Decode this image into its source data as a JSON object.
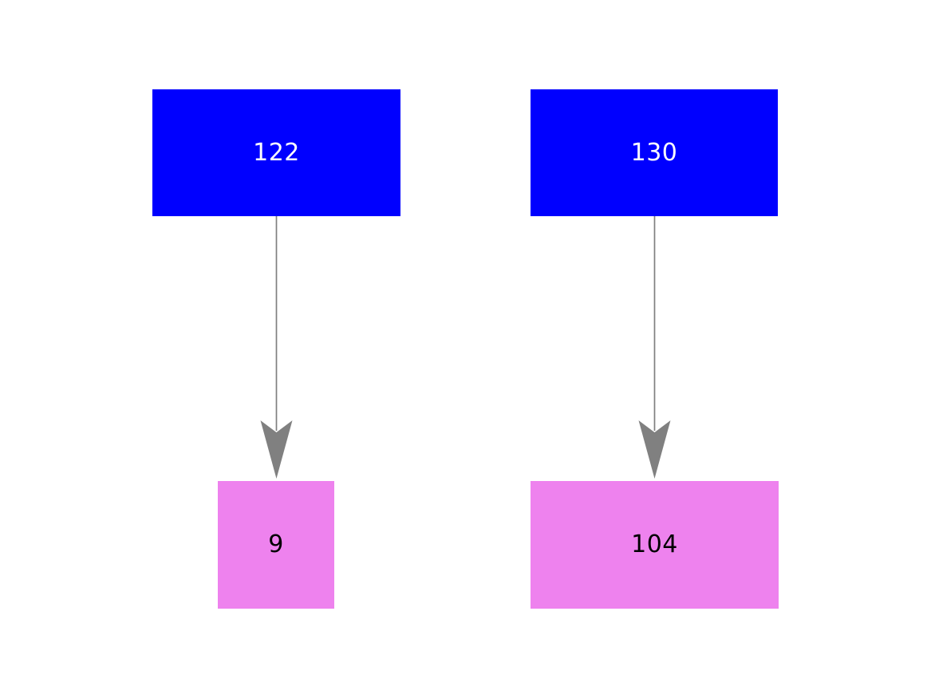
{
  "diagram": {
    "background_color": "#ffffff",
    "edge_color": "#808080",
    "nodes": [
      {
        "id": "source-1",
        "label": "122",
        "fill": "#0000ff",
        "text_color": "#ffffff",
        "role": "source"
      },
      {
        "id": "source-2",
        "label": "130",
        "fill": "#0000ff",
        "text_color": "#ffffff",
        "role": "source"
      },
      {
        "id": "target-1",
        "label": "9",
        "fill": "#ee82ee",
        "text_color": "#000000",
        "role": "target"
      },
      {
        "id": "target-2",
        "label": "104",
        "fill": "#ee82ee",
        "text_color": "#000000",
        "role": "target"
      }
    ],
    "edges": [
      {
        "from": "122",
        "to": "9"
      },
      {
        "from": "130",
        "to": "104"
      }
    ]
  }
}
